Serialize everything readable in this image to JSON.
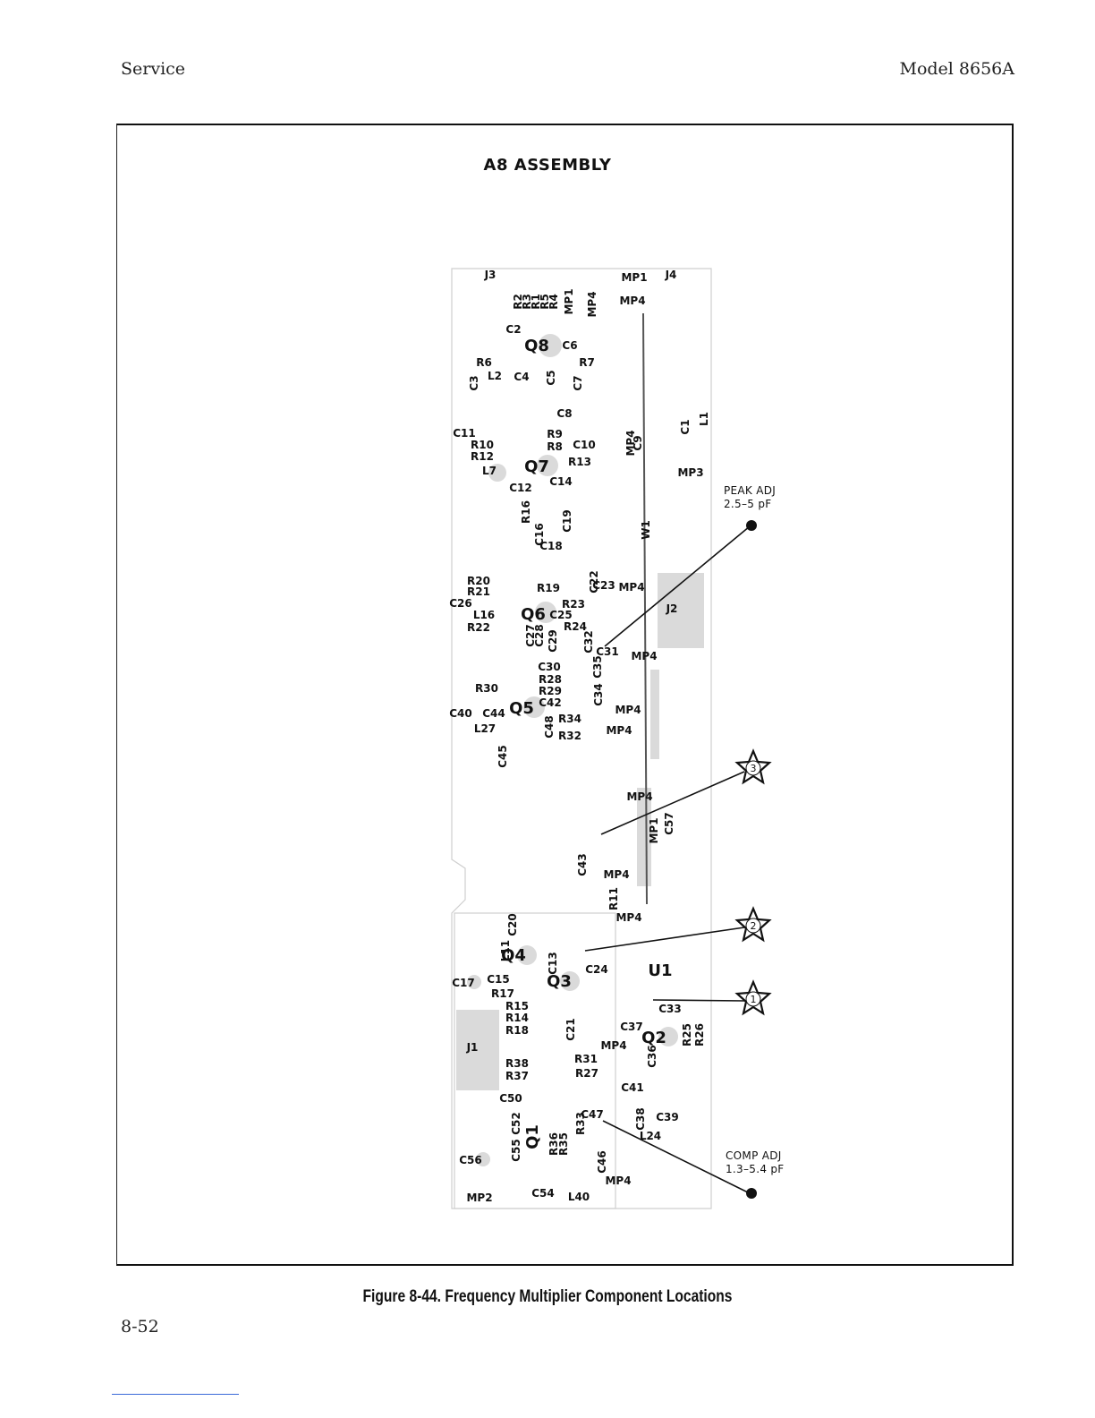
{
  "header": {
    "left": "Service",
    "right": "Model 8656A"
  },
  "assembly_title": "A8 ASSEMBLY",
  "annotations": {
    "peak_adj": {
      "line1": "PEAK ADJ",
      "line2": "2.5–5 pF"
    },
    "comp_adj": {
      "line1": "COMP ADJ",
      "line2": "1.3–5.4 pF"
    },
    "test_points": [
      "3",
      "2",
      "1"
    ]
  },
  "components": {
    "horizontal": [
      "J3",
      "J4",
      "MP1",
      "MP4",
      "C2",
      "Q8",
      "C6",
      "R6",
      "R7",
      "L2",
      "C4",
      "C8",
      "C11",
      "R9",
      "R10",
      "R8",
      "C10",
      "R12",
      "Q7",
      "R13",
      "L7",
      "MP3",
      "C12",
      "C14",
      "C18",
      "R20",
      "R21",
      "R19",
      "C23",
      "MP4",
      "C26",
      "R23",
      "L16",
      "Q6",
      "C25",
      "J2",
      "R22",
      "R24",
      "C31",
      "MP4",
      "C30",
      "R28",
      "R29",
      "R30",
      "C42",
      "C40",
      "C44",
      "Q5",
      "R34",
      "MP4",
      "L27",
      "R32",
      "MP4",
      "MP4",
      "MP4",
      "MP4",
      "Q4",
      "C17",
      "C15",
      "C24",
      "U1",
      "Q3",
      "R17",
      "R15",
      "C33",
      "R14",
      "C37",
      "R18",
      "Q2",
      "J1",
      "MP4",
      "R38",
      "R31",
      "R37",
      "R27",
      "C41",
      "C50",
      "C47",
      "C39",
      "L24",
      "C56",
      "MP4",
      "MP2",
      "C54",
      "L40"
    ],
    "vertical": [
      "R2",
      "R3",
      "R1",
      "R5",
      "R4",
      "MP1",
      "MP4",
      "C3",
      "C5",
      "C7",
      "C9",
      "MP4",
      "C1",
      "L1",
      "R16",
      "C16",
      "C19",
      "W1",
      "C22",
      "C27",
      "C28",
      "C29",
      "C32",
      "C35",
      "C34",
      "C48",
      "C45",
      "MP1",
      "C57",
      "C43",
      "R11",
      "C20",
      "L11",
      "C13",
      "C21",
      "R25",
      "R26",
      "C36",
      "C52",
      "Q1",
      "C55",
      "R36",
      "R35",
      "R33",
      "C38",
      "C46"
    ]
  },
  "caption": "Figure 8-44.  Frequency Multiplier Component Locations",
  "page_number": "8-52"
}
